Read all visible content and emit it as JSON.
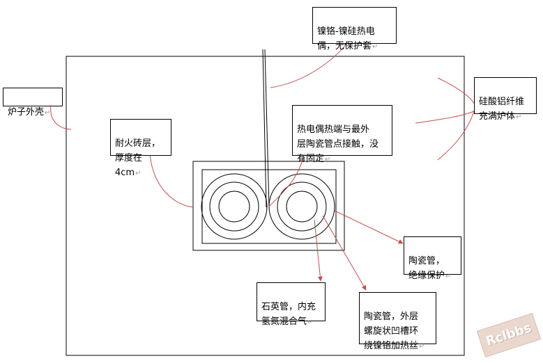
{
  "labels": {
    "thermocouple": "镍铬-镍硅热电\n偶，无保护套",
    "furnace_shell": "炉子外壳",
    "insulation": "硅酸铝纤维\n充满炉体",
    "firebrick": "耐火砖层，\n厚度在4cm",
    "hot_junction": "热电偶热端与最外\n层陶瓷管点接触，没\n有固定",
    "ceramic_tube_insulation": "陶瓷管，\n绝缘保护",
    "quartz_tube": "石英管，内充\n氢氮混合气",
    "ceramic_tube_heater": "陶瓷管，外层\n螺旋状凹槽环\n绕镍铬加热丝"
  },
  "paragraph_mark": "↵",
  "watermark": "Rclbbs",
  "colors": {
    "outline": "#000000",
    "leader_line": "#c0504d"
  }
}
